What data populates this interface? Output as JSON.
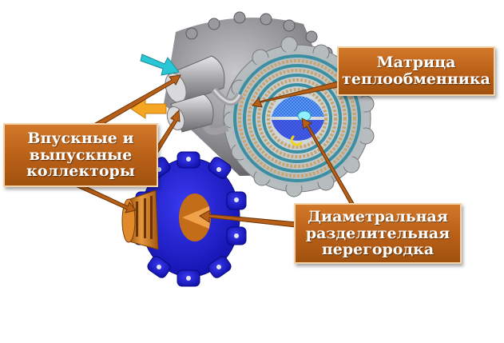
{
  "labels": {
    "matrix": [
      "Матрица",
      "теплообменника"
    ],
    "manifolds": [
      "Впускные и",
      "выпускные",
      "коллекторы"
    ],
    "divider": [
      "Диаметральная",
      "разделительная",
      "перегородка"
    ]
  },
  "colors": {
    "label_fill": "#b85f17",
    "label_border": "#f2d2a8",
    "arrow": "#b85f17",
    "housing": "#8e8e92",
    "spiral": "#3b8fa0",
    "partition_blue": "#1a1ad6",
    "copper": "#d07a20",
    "inlet_cyan": "#29c6d6",
    "outlet_orange": "#f5a623"
  }
}
